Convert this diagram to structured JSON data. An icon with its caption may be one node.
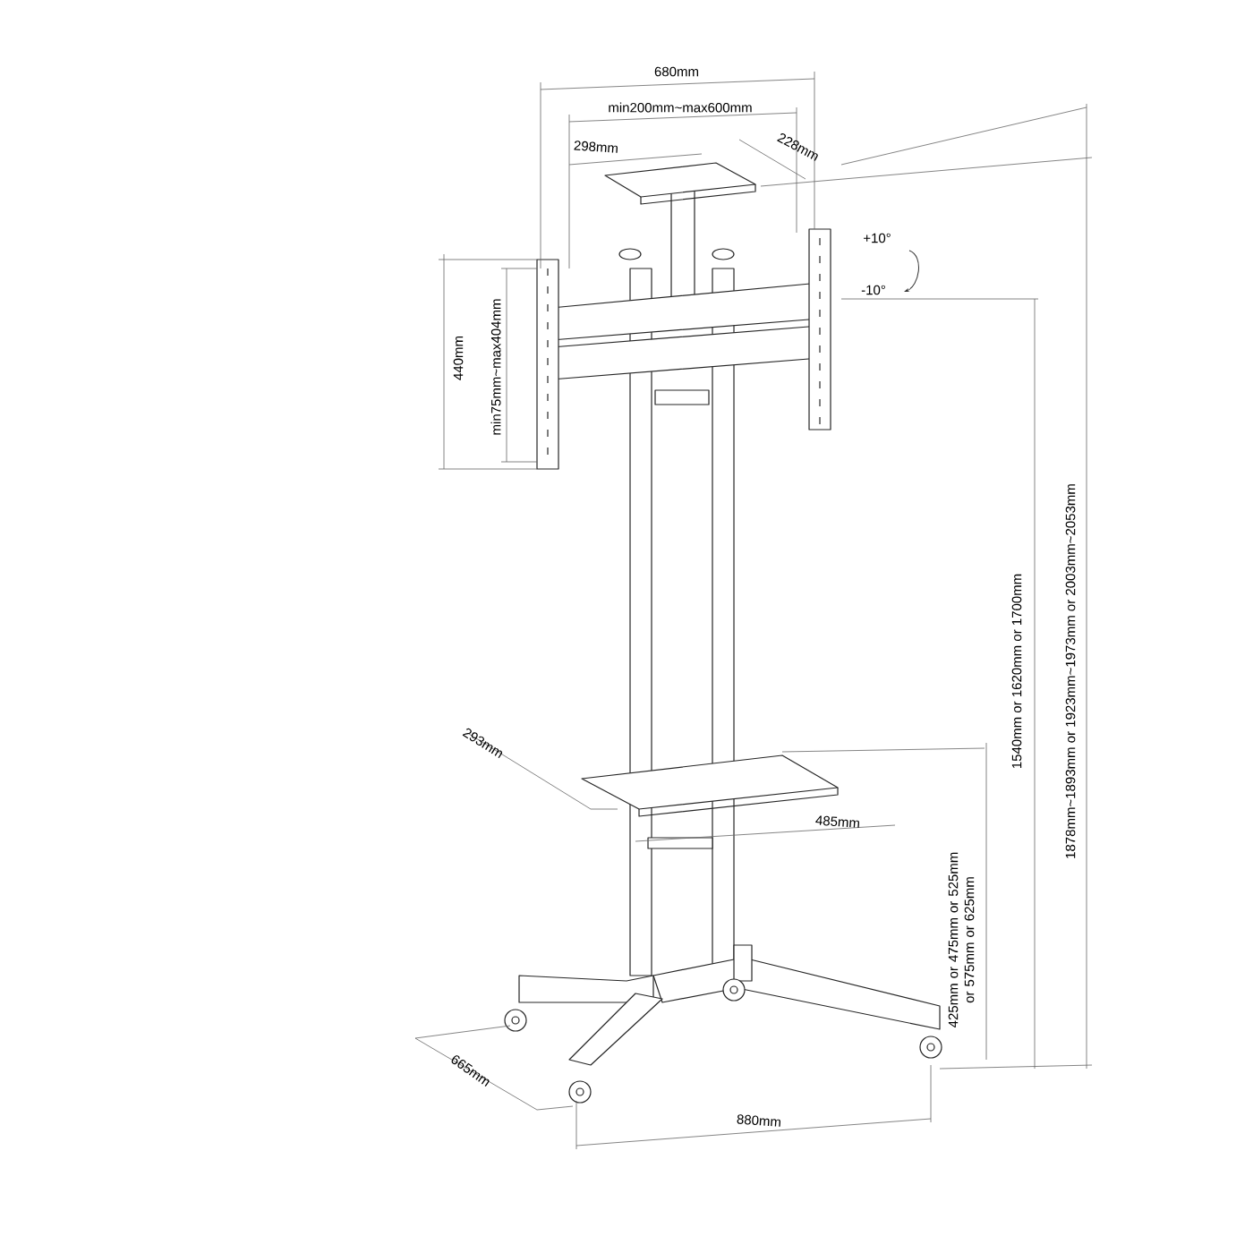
{
  "diagram": {
    "labels": [
      "680mm",
      "min200mm~max600mm",
      "298mm",
      "228mm",
      "+10°",
      "-10°",
      "440mm",
      "min75mm~max404mm",
      "1540mm or 1620mm or 1700mm",
      "1878mm~1893mm or 1923mm~1973mm or 2003mm~2053mm",
      "293mm",
      "485mm",
      "425mm or 475mm or 525mm or 575mm or 625mm",
      "665mm",
      "880mm"
    ]
  }
}
